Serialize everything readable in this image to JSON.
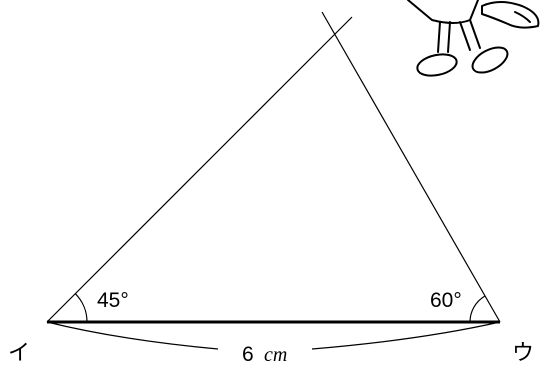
{
  "diagram": {
    "vertices": {
      "left": "イ",
      "right": "ウ"
    },
    "angles": {
      "left": "45°",
      "right": "60°"
    },
    "base_length": {
      "value": "6",
      "unit": "cm"
    }
  }
}
